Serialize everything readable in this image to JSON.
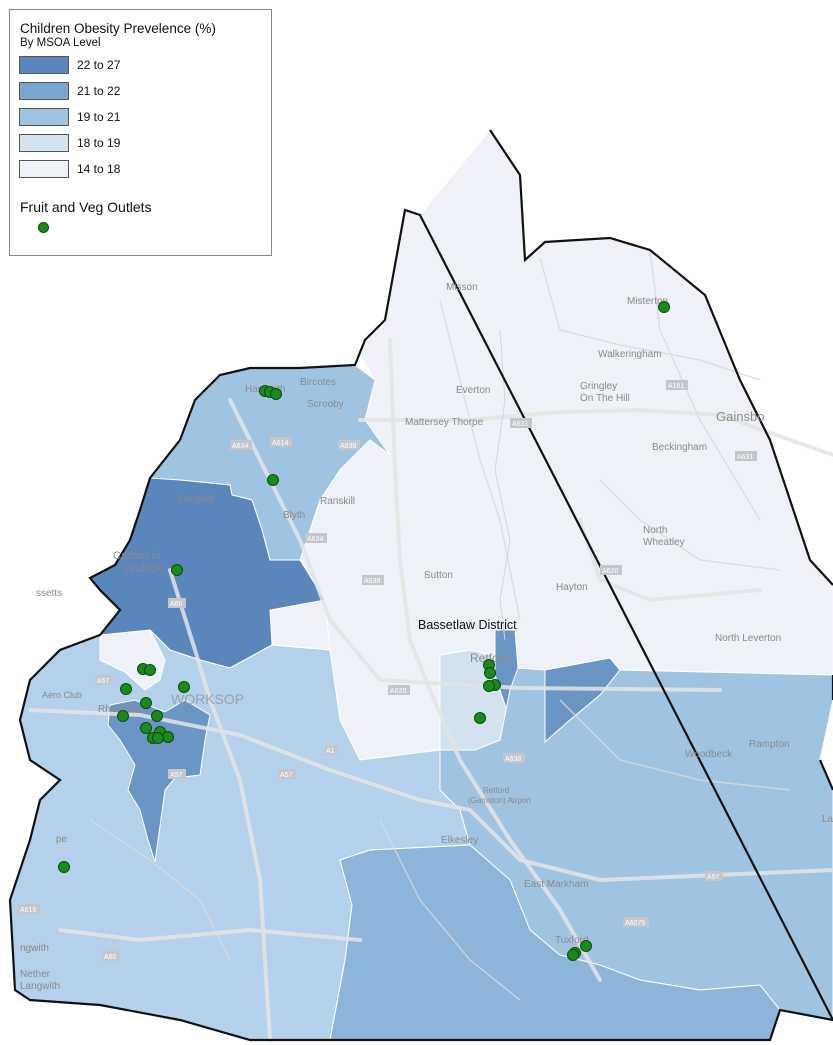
{
  "legend": {
    "title": "Children Obesity Prevelence (%)",
    "subtitle": "By MSOA Level",
    "classes": [
      {
        "label": "22  to  27",
        "color": "#5b86bb"
      },
      {
        "label": "21  to  22",
        "color": "#78a6d1"
      },
      {
        "label": "19  to  21",
        "color": "#9fc4e2"
      },
      {
        "label": "18  to  19",
        "color": "#d2e2ef"
      },
      {
        "label": "14  to  18",
        "color": "#eef1f8"
      }
    ],
    "outlets_title": "Fruit and Veg Outlets",
    "outlet_color": "#1a8a1a"
  },
  "district_label": "Bassetlaw District",
  "places": {
    "misson": "Misson",
    "misterton": "Misterton",
    "walkeringham": "Walkeringham",
    "harworth": "Harworth",
    "bircotes": "Bircotes",
    "scrooby": "Scrooby",
    "everton": "Everton",
    "gringley": "Gringley",
    "gringley2": "On The Hill",
    "mattersey": "Mattersey Thorpe",
    "gainsb": "Gainsbo",
    "beckingham": "Beckingham",
    "langold": "Langold",
    "ranskill": "Ranskill",
    "blyth": "Blyth",
    "north": "North",
    "wheatley": "Wheatley",
    "carlton": "Carlton in",
    "lindrick": "Lindrick",
    "sutton": "Sutton",
    "hayton": "Hayton",
    "ossetts": "ssetts",
    "northleverton": "North Leverton",
    "retford": "Retford",
    "aeroclub": "Aero Club",
    "rhodesia": "Rhodesia",
    "worksop": "WORKSOP",
    "woodbeck": "Woodbeck",
    "rampton": "Rampton",
    "airport1": "Retford",
    "airport2": "(Gamston) Airport",
    "elkesley": "Elkesley",
    "eastmarkham": "East Markham",
    "tuxford": "Tuxford",
    "langwith": "ngwith",
    "nether": "Nether",
    "langwith2": "Langwith",
    "lax": "Lax",
    "lupe": "pe"
  },
  "roads": {
    "a631": "A631",
    "a161": "A161",
    "a631b": "A631",
    "a614": "A614",
    "a638": "A638",
    "a634": "A634",
    "a638b": "A638",
    "a634b": "A634",
    "a620": "A620",
    "a60": "A60",
    "a57": "A57",
    "a620b": "A620",
    "a1": "A1",
    "a57b": "A57",
    "a57c": "A57",
    "a638c": "A638",
    "a57d": "A57",
    "a6075": "A6075",
    "a616": "A616",
    "a60b": "A60"
  },
  "outlets": [
    [
      664,
      307
    ],
    [
      265,
      391
    ],
    [
      270,
      392
    ],
    [
      276,
      394
    ],
    [
      273,
      480
    ],
    [
      177,
      570
    ],
    [
      143,
      669
    ],
    [
      150,
      670
    ],
    [
      126,
      689
    ],
    [
      184,
      687
    ],
    [
      146,
      703
    ],
    [
      123,
      716
    ],
    [
      157,
      716
    ],
    [
      146,
      728
    ],
    [
      160,
      732
    ],
    [
      153,
      738
    ],
    [
      168,
      737
    ],
    [
      158,
      738
    ],
    [
      489,
      665
    ],
    [
      490,
      673
    ],
    [
      495,
      685
    ],
    [
      489,
      686
    ],
    [
      480,
      718
    ],
    [
      64,
      867
    ],
    [
      586,
      946
    ],
    [
      575,
      953
    ],
    [
      573,
      955
    ]
  ]
}
